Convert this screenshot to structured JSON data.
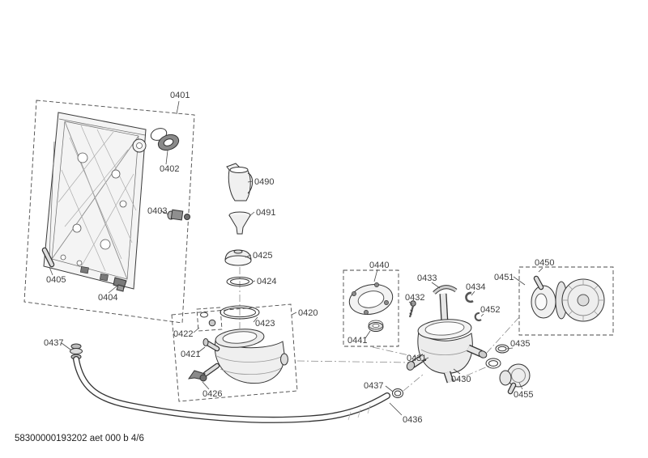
{
  "footer": "58300000193202 aet 000 b 4/6",
  "colors": {
    "background": "#ffffff",
    "diagram_line": "#3a3a3a",
    "label_text": "#3d3d3d"
  },
  "labels": {
    "l0401": "0401",
    "l0402": "0402",
    "l0403": "0403",
    "l0404": "0404",
    "l0405": "0405",
    "l0420": "0420",
    "l0421": "0421",
    "l0422": "0422",
    "l0423": "0423",
    "l0424": "0424",
    "l0425": "0425",
    "l0426": "0426",
    "l0430": "0430",
    "l0431": "0431",
    "l0432": "0432",
    "l0433": "0433",
    "l0434": "0434",
    "l0435": "0435",
    "l0436": "0436",
    "l0437": "0437",
    "l0440": "0440",
    "l0441": "0441",
    "l0450": "0450",
    "l0451": "0451",
    "l0452": "0452",
    "l0455": "0455",
    "l0490": "0490",
    "l0491": "0491"
  }
}
